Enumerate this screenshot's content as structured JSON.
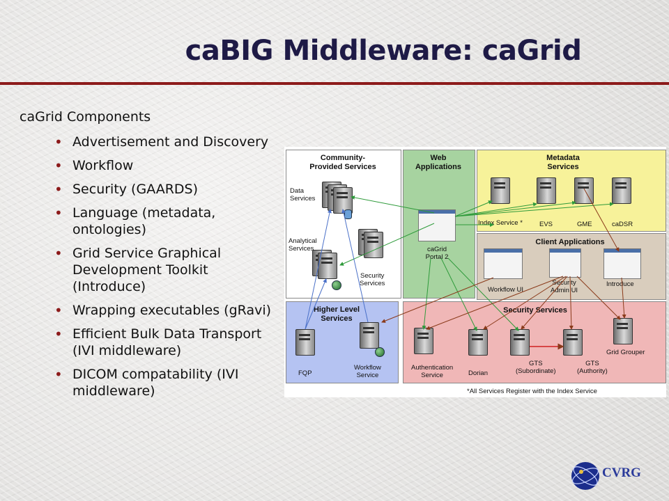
{
  "title": "caBIG Middleware: caGrid",
  "body": {
    "heading": "caGrid Components",
    "bullets": [
      "Advertisement and Discovery",
      "Workflow",
      "Security (GAARDS)",
      "Language (metadata, ontologies)",
      "Grid Service Graphical Development Toolkit (Introduce)",
      "Wrapping executables (gRavi)",
      "Efficient Bulk Data Transport (IVI middleware)",
      "DICOM compatability (IVI middleware)"
    ]
  },
  "diagram": {
    "community": {
      "title": "Community-\nProvided Services",
      "data": "Data\nServices",
      "analytical": "Analytical\nServices",
      "security": "Security\nServices"
    },
    "web": {
      "title": "Web\nApplications",
      "portal": "caGrid\nPortal 2"
    },
    "metadata": {
      "title": "Metadata\nServices",
      "index": "Index Service *",
      "evs": "EVS",
      "gme": "GME",
      "cadsr": "caDSR"
    },
    "client": {
      "title": "Client Applications",
      "workflow_ui": "Workflow UI",
      "security_admin": "Security\nAdmin UI",
      "introduce": "Introduce"
    },
    "higher": {
      "title": "Higher Level\nServices",
      "fqp": "FQP",
      "workflow_service": "Workflow\nService"
    },
    "security": {
      "title": "Security Services",
      "auth": "Authentication\nService",
      "dorian": "Dorian",
      "gts_sub": "GTS\n(Subordinate)",
      "gts_auth": "GTS\n(Authority)",
      "grouper": "Grid Grouper"
    },
    "footnote": "*All Services Register with the Index Service",
    "colors": {
      "community": "#ffffff",
      "web": "#a7d3a0",
      "metadata": "#f7f29a",
      "client": "#d9cdbd",
      "higher": "#b5c3f2",
      "security": "#f0b7b7"
    }
  },
  "logo": {
    "text": "CVRG"
  }
}
